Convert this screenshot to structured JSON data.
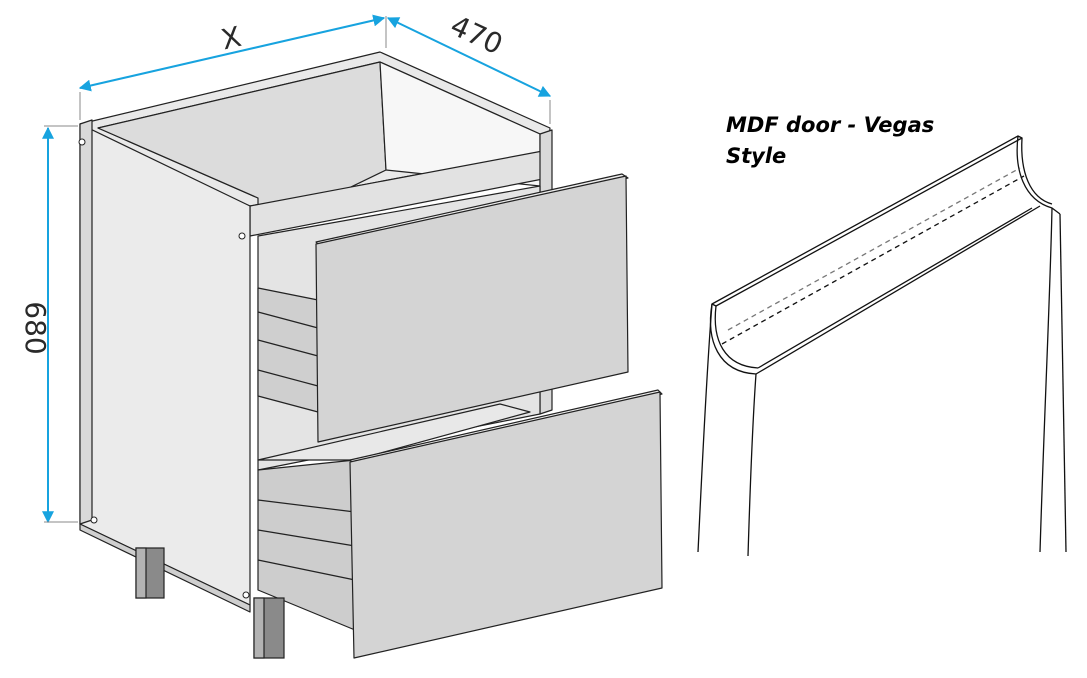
{
  "dimensions": {
    "width_label": "X",
    "depth_label": "470",
    "height_label": "680"
  },
  "caption": {
    "line1": "MDF door - Vegas",
    "line2": "Style"
  },
  "colors": {
    "dimension_arrow": "#17a3df",
    "panel_face": "#d4d4d4",
    "panel_side": "#e6e6e6",
    "inner_back": "#f0f0f0",
    "outline": "#222222"
  }
}
